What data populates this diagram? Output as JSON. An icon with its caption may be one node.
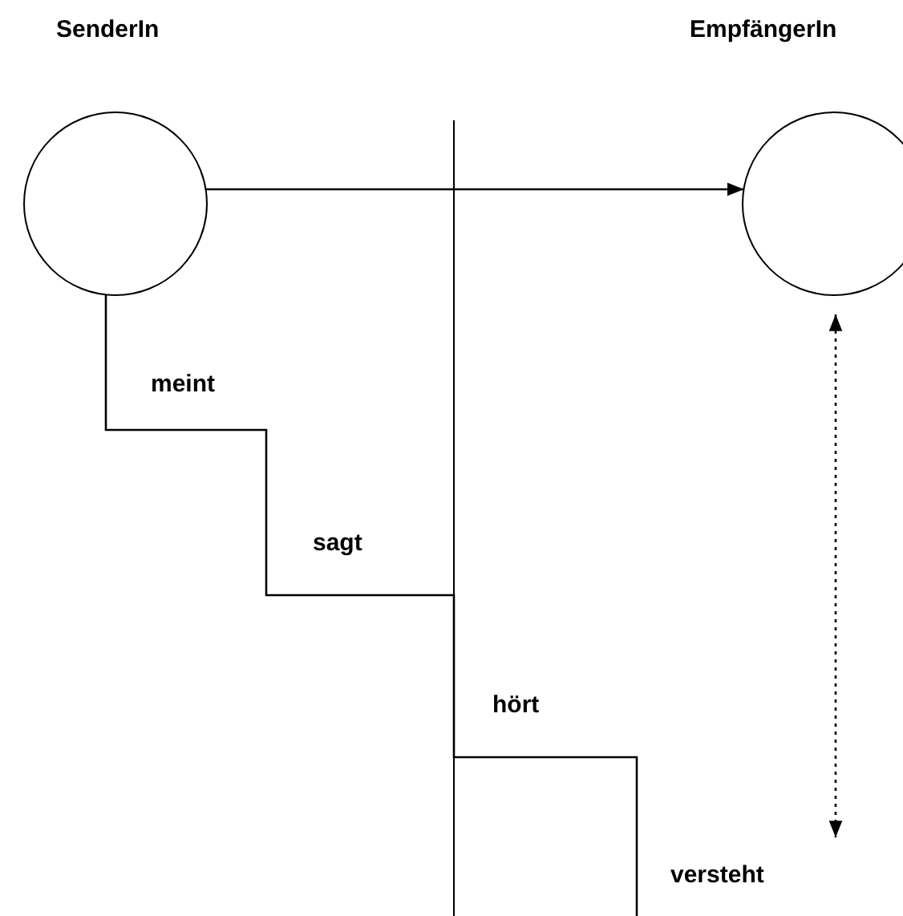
{
  "diagram": {
    "nodes": [
      {
        "text": [
          "SenderIn"
        ]
      },
      {
        "text": [
          "EmpfängerIn"
        ]
      }
    ],
    "edges": [
      {
        "from": 0,
        "to": 1,
        "arrow": "to"
      },
      {
        "from": 0,
        "to": null,
        "arrow": "none"
      },
      {
        "from": 1,
        "to": null,
        "arrow": "both",
        "style": "dashed"
      }
    ],
    "labels": [
      "meint",
      "sagt",
      "hört",
      "versteht"
    ]
  }
}
